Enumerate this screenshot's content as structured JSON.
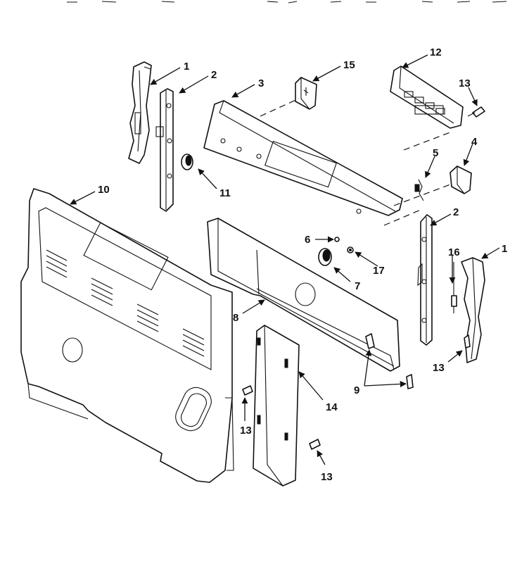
{
  "callouts": [
    {
      "key": "c1a",
      "label": "1"
    },
    {
      "key": "c2a",
      "label": "2"
    },
    {
      "key": "c3",
      "label": "3"
    },
    {
      "key": "c15",
      "label": "15"
    },
    {
      "key": "c12",
      "label": "12"
    },
    {
      "key": "c13a",
      "label": "13"
    },
    {
      "key": "c4",
      "label": "4"
    },
    {
      "key": "c5",
      "label": "5"
    },
    {
      "key": "c10",
      "label": "10"
    },
    {
      "key": "c11",
      "label": "11"
    },
    {
      "key": "c2b",
      "label": "2"
    },
    {
      "key": "c1b",
      "label": "1"
    },
    {
      "key": "c6",
      "label": "6"
    },
    {
      "key": "c16",
      "label": "16"
    },
    {
      "key": "c17",
      "label": "17"
    },
    {
      "key": "c7",
      "label": "7"
    },
    {
      "key": "c8",
      "label": "8"
    },
    {
      "key": "c13b",
      "label": "13"
    },
    {
      "key": "c9",
      "label": "9"
    },
    {
      "key": "c14",
      "label": "14"
    },
    {
      "key": "c13c",
      "label": "13"
    },
    {
      "key": "c13d",
      "label": "13"
    }
  ],
  "colors": {
    "line": "#111111",
    "background": "#ffffff"
  }
}
